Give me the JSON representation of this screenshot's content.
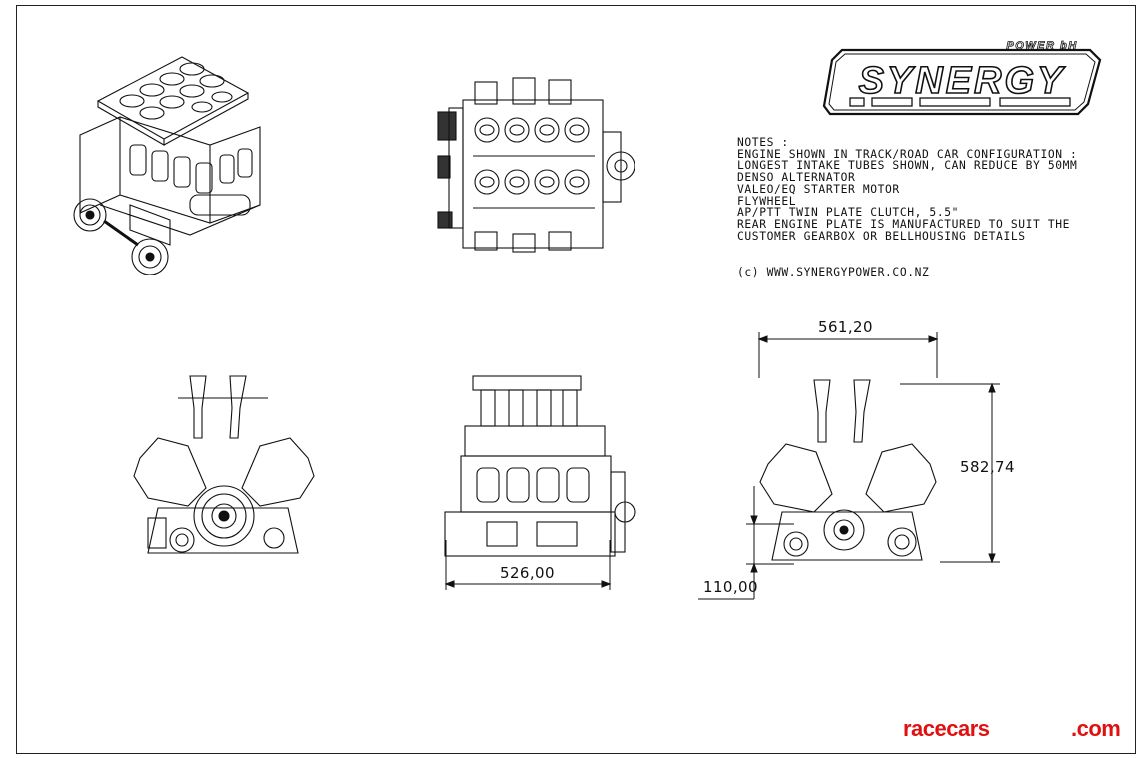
{
  "logo": {
    "name": "SYNERGY",
    "tagline": "POWER bH"
  },
  "notes": {
    "lines": [
      "NOTES :",
      "ENGINE SHOWN IN TRACK/ROAD CAR CONFIGURATION :",
      "LONGEST INTAKE TUBES SHOWN, CAN REDUCE BY 50MM",
      "DENSO ALTERNATOR",
      "VALEO/EQ STARTER MOTOR",
      "FLYWHEEL",
      "AP/PTT TWIN PLATE CLUTCH, 5.5\"",
      "REAR ENGINE PLATE IS MANUFACTURED TO SUIT THE",
      "CUSTOMER GEARBOX OR BELLHOUSING DETAILS"
    ],
    "copyright": "(c) WWW.SYNERGYPOWER.CO.NZ"
  },
  "dimensions": {
    "side_length": "526,00",
    "width": "561,20",
    "height": "582,74",
    "ground_offset": "110,00"
  },
  "watermark": {
    "left": "racecars",
    "right": ".com",
    "color": "#e01010"
  }
}
